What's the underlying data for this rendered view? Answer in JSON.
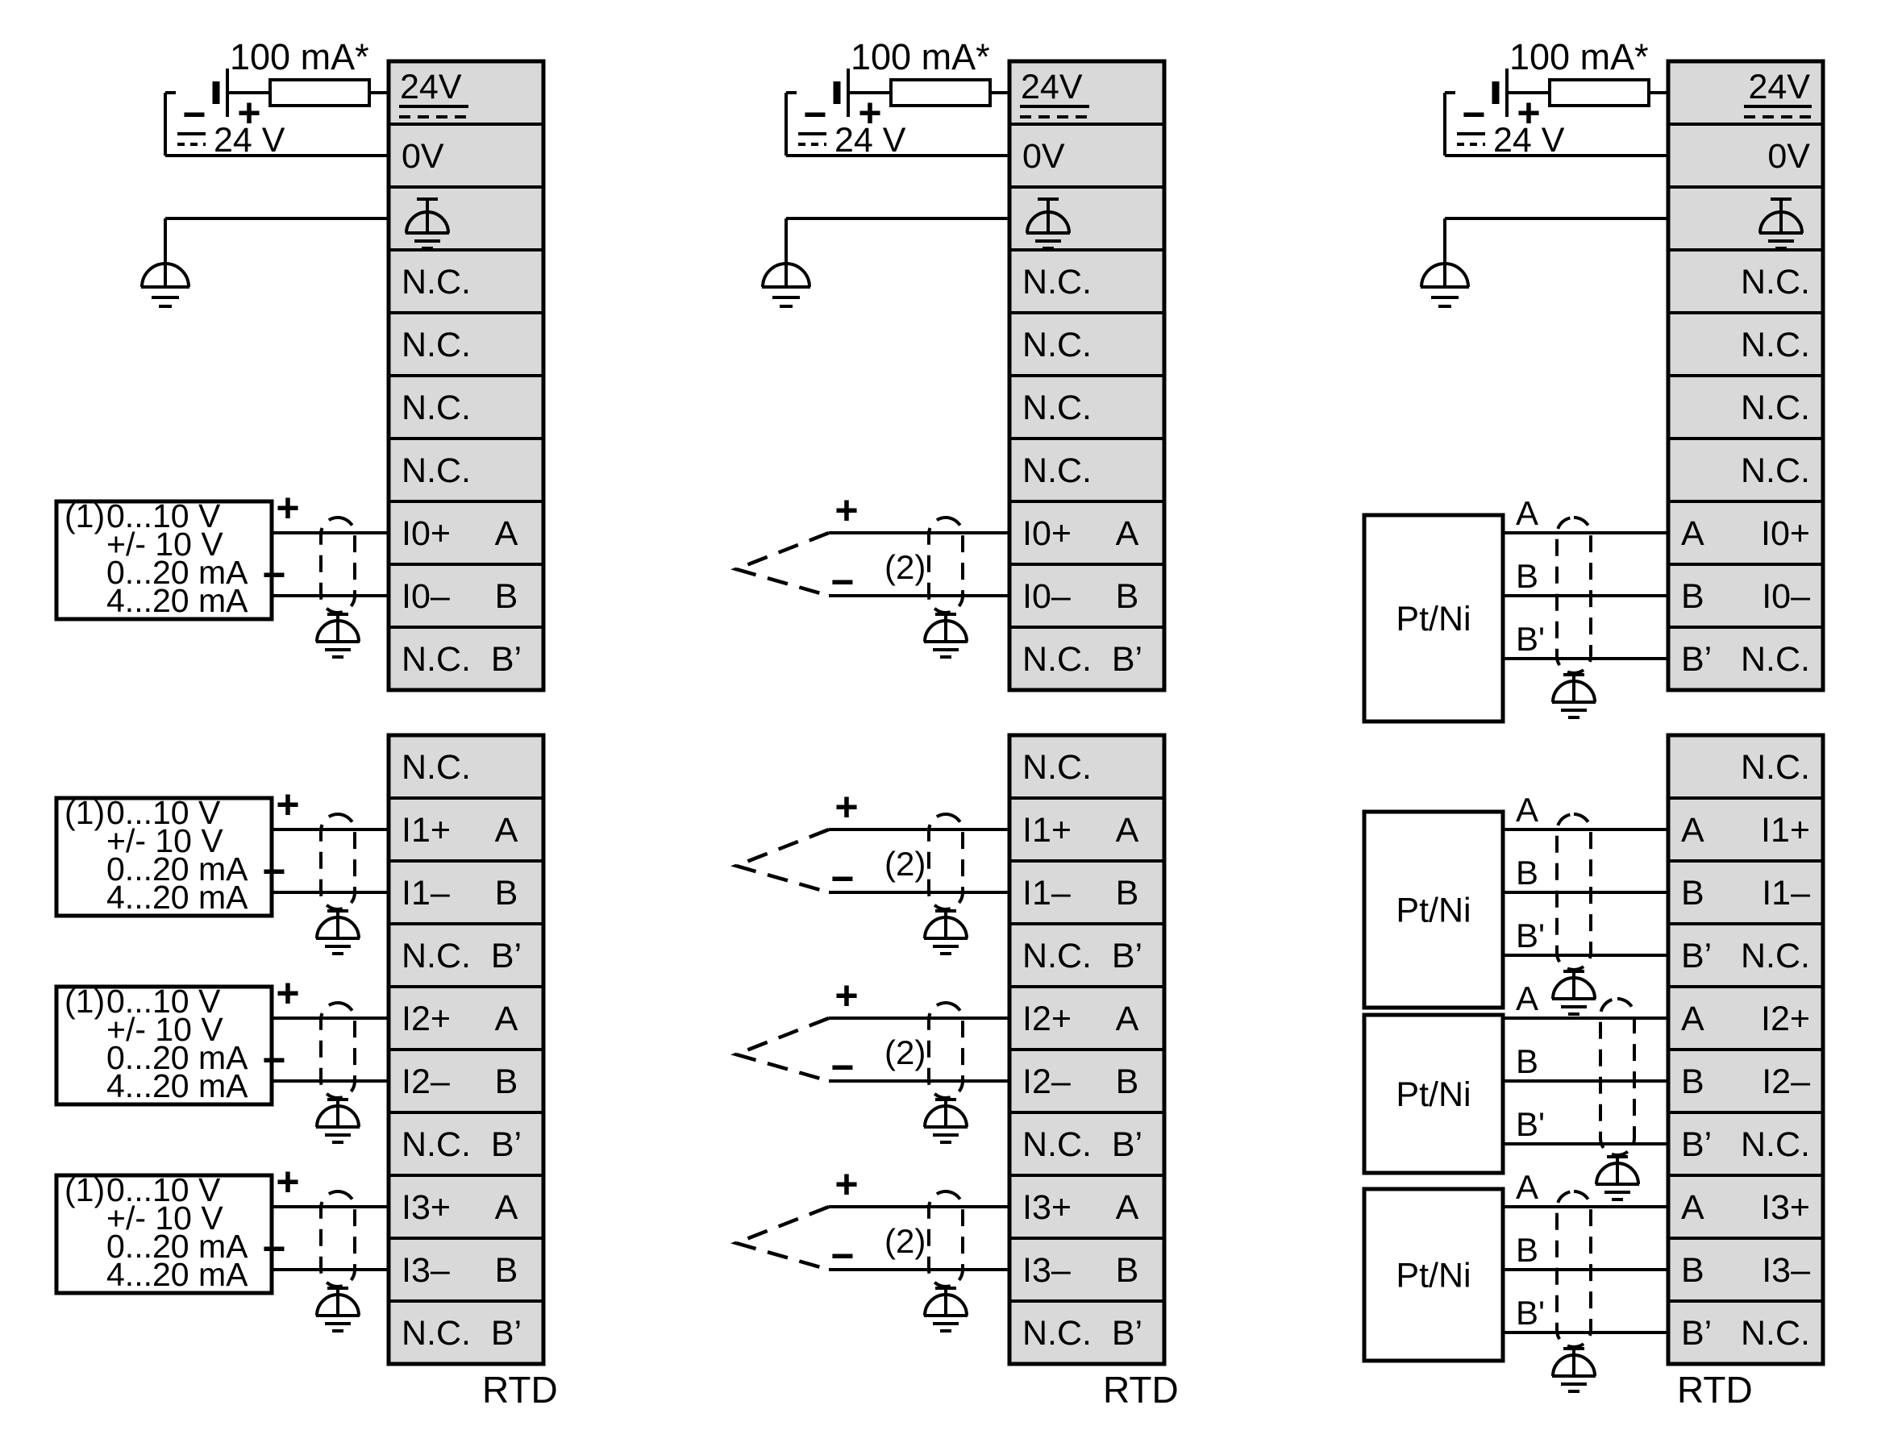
{
  "figure": {
    "module_label": "RTD"
  },
  "colors": {
    "background": "#ffffff",
    "terminal_fill": "#d9d9d9",
    "line": "#000000"
  },
  "power_supply": {
    "fuse_rating": "100 mA*",
    "minus": "−",
    "plus": "+",
    "voltage_label": "24 V"
  },
  "wire_marks": {
    "plus": "+",
    "minus": "−"
  },
  "columns": [
    {
      "id": "analog-voltage-current",
      "source": {
        "prefix": "(1)",
        "lines": [
          "0...10 V",
          "+/- 10 V",
          "0...20 mA",
          "4...20 mA"
        ]
      },
      "strip1_rows": [
        {
          "label": "24V",
          "dc": true
        },
        {
          "label": "0V"
        },
        {
          "ground": true
        },
        {
          "label": "N.C."
        },
        {
          "label": "N.C."
        },
        {
          "label": "N.C."
        },
        {
          "label": "N.C."
        },
        {
          "label": "I0+",
          "sub": "A"
        },
        {
          "label": "I0–",
          "sub": "B"
        },
        {
          "label": "N.C.",
          "sub": "B’"
        }
      ],
      "strip2_rows": [
        {
          "label": "N.C."
        },
        {
          "label": "I1+",
          "sub": "A"
        },
        {
          "label": "I1–",
          "sub": "B"
        },
        {
          "label": "N.C.",
          "sub": "B’"
        },
        {
          "label": "I2+",
          "sub": "A"
        },
        {
          "label": "I2–",
          "sub": "B"
        },
        {
          "label": "N.C.",
          "sub": "B’"
        },
        {
          "label": "I3+",
          "sub": "A"
        },
        {
          "label": "I3–",
          "sub": "B"
        },
        {
          "label": "N.C.",
          "sub": "B’"
        }
      ]
    },
    {
      "id": "thermocouple",
      "probe_note": "(2)",
      "strip1_rows": [
        {
          "label": "24V",
          "dc": true
        },
        {
          "label": "0V"
        },
        {
          "ground": true
        },
        {
          "label": "N.C."
        },
        {
          "label": "N.C."
        },
        {
          "label": "N.C."
        },
        {
          "label": "N.C."
        },
        {
          "label": "I0+",
          "sub": "A"
        },
        {
          "label": "I0–",
          "sub": "B"
        },
        {
          "label": "N.C.",
          "sub": "B’"
        }
      ],
      "strip2_rows": [
        {
          "label": "N.C."
        },
        {
          "label": "I1+",
          "sub": "A"
        },
        {
          "label": "I1–",
          "sub": "B"
        },
        {
          "label": "N.C.",
          "sub": "B’"
        },
        {
          "label": "I2+",
          "sub": "A"
        },
        {
          "label": "I2–",
          "sub": "B"
        },
        {
          "label": "N.C.",
          "sub": "B’"
        },
        {
          "label": "I3+",
          "sub": "A"
        },
        {
          "label": "I3–",
          "sub": "B"
        },
        {
          "label": "N.C.",
          "sub": "B’"
        }
      ]
    },
    {
      "id": "rtd-pt-ni",
      "probe_label": "Pt/Ni",
      "lead_labels": [
        "A",
        "B",
        "B'"
      ],
      "strip1_rows": [
        {
          "label": "24V",
          "dc": true
        },
        {
          "label": "0V"
        },
        {
          "ground": true
        },
        {
          "label": "N.C."
        },
        {
          "label": "N.C."
        },
        {
          "label": "N.C."
        },
        {
          "label": "N.C."
        },
        {
          "pre": "A",
          "label": "I0+"
        },
        {
          "pre": "B",
          "label": "I0–"
        },
        {
          "pre": "B’",
          "label": "N.C."
        }
      ],
      "strip2_rows": [
        {
          "label": "N.C."
        },
        {
          "pre": "A",
          "label": "I1+"
        },
        {
          "pre": "B",
          "label": "I1–"
        },
        {
          "pre": "B’",
          "label": "N.C."
        },
        {
          "pre": "A",
          "label": "I2+"
        },
        {
          "pre": "B",
          "label": "I2–"
        },
        {
          "pre": "B’",
          "label": "N.C."
        },
        {
          "pre": "A",
          "label": "I3+"
        },
        {
          "pre": "B",
          "label": "I3–"
        },
        {
          "pre": "B’",
          "label": "N.C."
        }
      ]
    }
  ]
}
